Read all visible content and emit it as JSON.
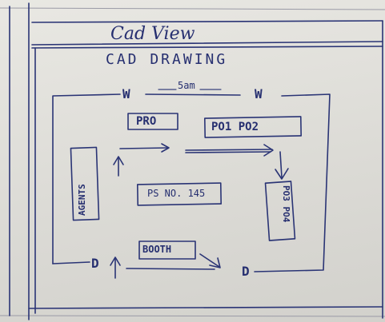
{
  "window": {
    "title": "Cad View"
  },
  "drawing": {
    "heading": "CAD DRAWING",
    "dimension": "5am",
    "labels": {
      "window_left": "W",
      "window_right": "W",
      "pro": "PRO",
      "po1_po2": "PO1    PO2",
      "po3_po4": "PO3 PO4",
      "agents": "AGENTS",
      "ps_no": "PS NO. 145",
      "booth": "BOOTH",
      "door_left": "D",
      "door_right": "D"
    }
  },
  "ink_color": "#2a3475"
}
